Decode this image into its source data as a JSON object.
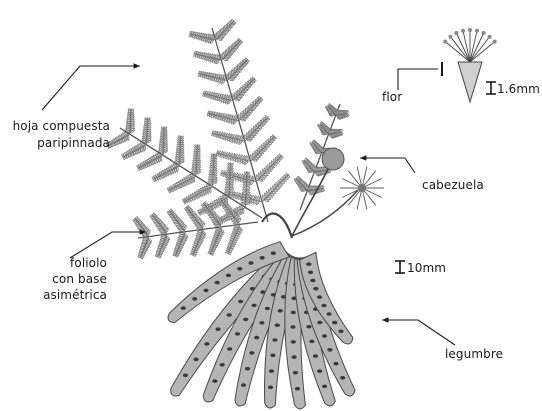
{
  "labels": {
    "hoja_line1": "hoja compuesta",
    "hoja_line2": "paripinnada",
    "foliolo_line1": "foliolo",
    "foliolo_line2": "con base",
    "foliolo_line3": "asimétrica",
    "flor": "flor",
    "cabezuela": "cabezuela",
    "legumbre": "legumbre"
  },
  "scales": {
    "flower": "1.6mm",
    "plant": "10mm"
  },
  "colors": {
    "ink": "#1a1a1a",
    "leaf": "#6f6f6f",
    "pod": "#8a8a8a",
    "seed": "#3a3a3a"
  }
}
